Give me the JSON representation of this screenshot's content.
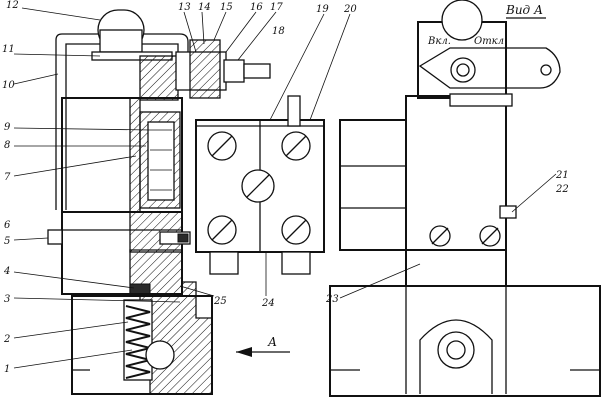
{
  "view_label": "Вид А",
  "switch_labels": {
    "on": "Вкл.",
    "off": "Откл."
  },
  "arrow_label": "А",
  "left_callouts": [
    "12",
    "11",
    "10",
    "9",
    "8",
    "7",
    "6",
    "5",
    "4",
    "3",
    "2",
    "1"
  ],
  "top_callouts": [
    "13",
    "14",
    "15",
    "16",
    "17",
    "18",
    "19",
    "20"
  ],
  "inline_callouts": [
    "25",
    "24",
    "23",
    "21",
    "22"
  ]
}
